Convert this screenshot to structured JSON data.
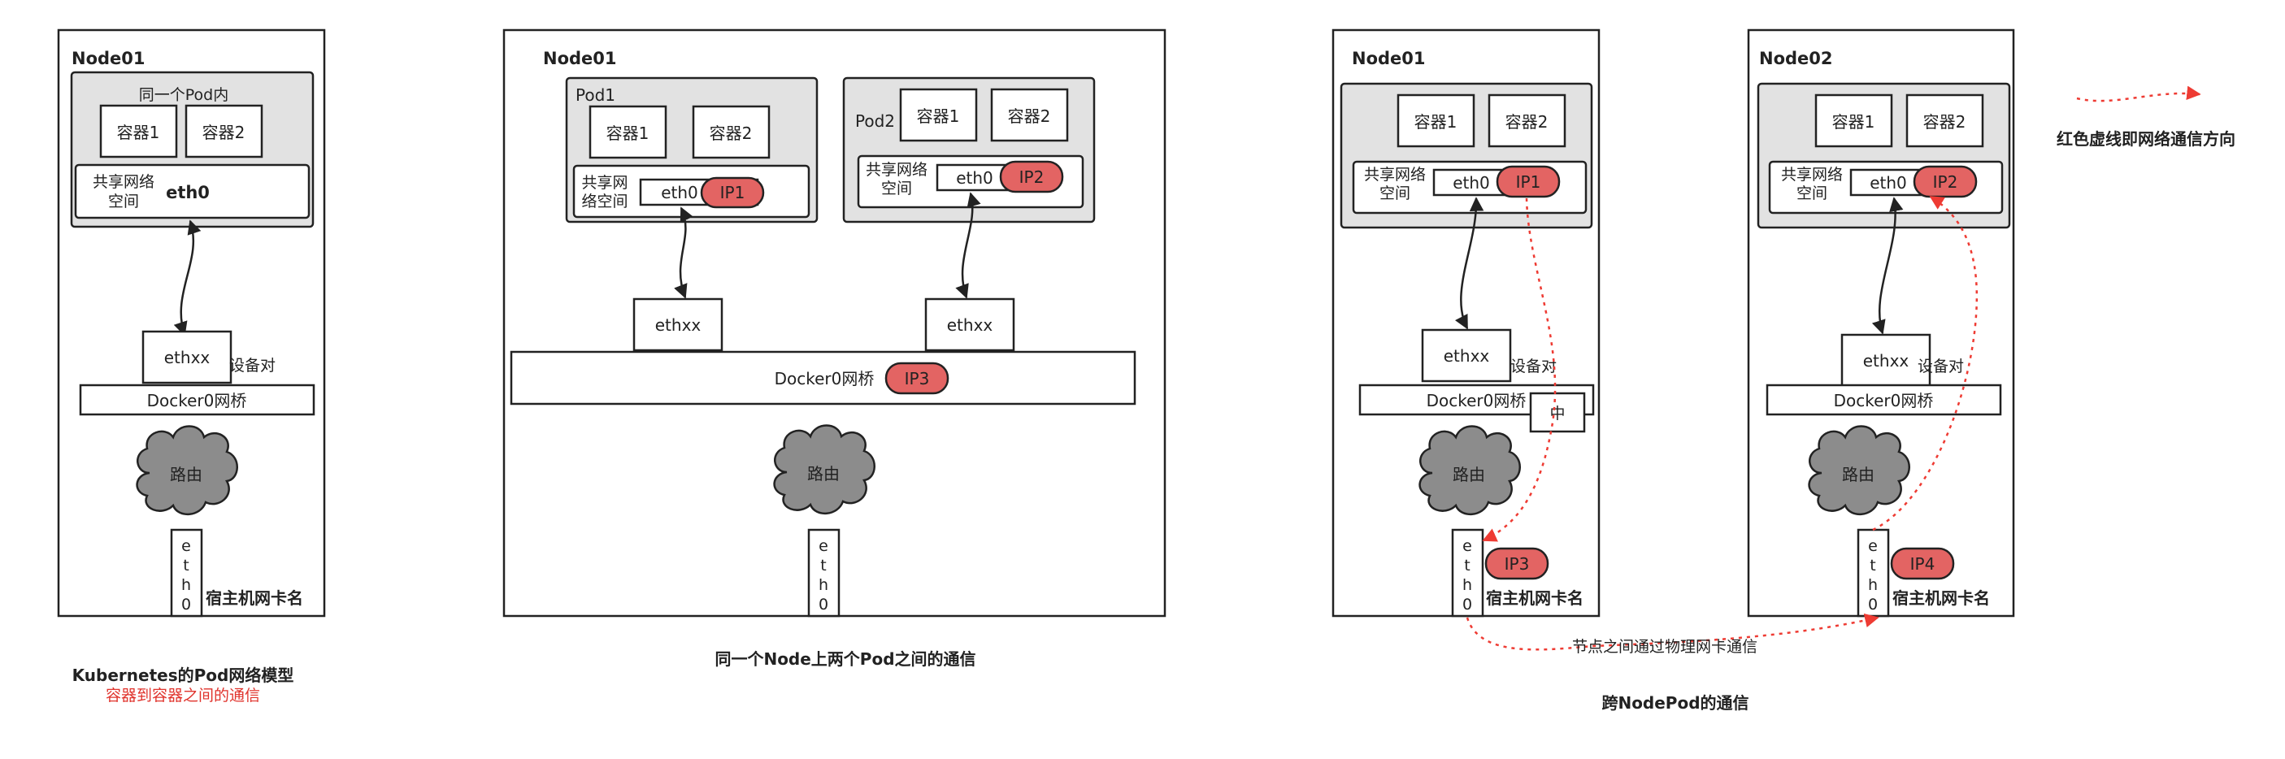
{
  "panel1": {
    "node": "Node01",
    "pod_label": "同一个Pod内",
    "c1": "容器1",
    "c2": "容器2",
    "shared": [
      "共享网络",
      "空间"
    ],
    "eth0": "eth0",
    "ethxx": "ethxx",
    "pair": "设备对",
    "bridge": "Docker0网桥",
    "router": "路由",
    "host_eth": [
      "e",
      "t",
      "h",
      "0"
    ],
    "host_label": "宿主机网卡名",
    "caption": "Kubernetes的Pod网络模型",
    "subcaption": "容器到容器之间的通信"
  },
  "panel2": {
    "node": "Node01",
    "pod1": "Pod1",
    "pod2": "Pod2",
    "c1": "容器1",
    "c2": "容器2",
    "shared1": [
      "共享网",
      "络空间"
    ],
    "shared2": [
      "共享网络",
      "空间"
    ],
    "eth0": "eth0",
    "ip1": "IP1",
    "ip2": "IP2",
    "ethxx": "ethxx",
    "bridge": "Docker0网桥",
    "ip3": "IP3",
    "router": "路由",
    "host_eth": [
      "e",
      "t",
      "h",
      "0"
    ],
    "caption": "同一个Node上两个Pod之间的通信"
  },
  "panel3": {
    "node1": "Node01",
    "node2": "Node02",
    "c1": "容器1",
    "c2": "容器2",
    "shared": [
      "共享网络",
      "空间"
    ],
    "eth0": "eth0",
    "ip1": "IP1",
    "ip2": "IP2",
    "ethxx": "ethxx",
    "pair": "设备对",
    "bridge": "Docker0网桥",
    "mid": "中",
    "router": "路由",
    "host_eth": [
      "e",
      "t",
      "h",
      "0"
    ],
    "ip3": "IP3",
    "ip4": "IP4",
    "host_label": "宿主机网卡名",
    "between": "节点之间通过物理网卡通信",
    "caption": "跨NodePod的通信"
  },
  "legend": {
    "text": "红色虚线即网络通信方向"
  },
  "colors": {
    "ip_fill": "#e36463",
    "pod_fill": "#e2e2e2",
    "cloud_fill": "#8c8c8c",
    "flow_red": "#ee3b33"
  }
}
